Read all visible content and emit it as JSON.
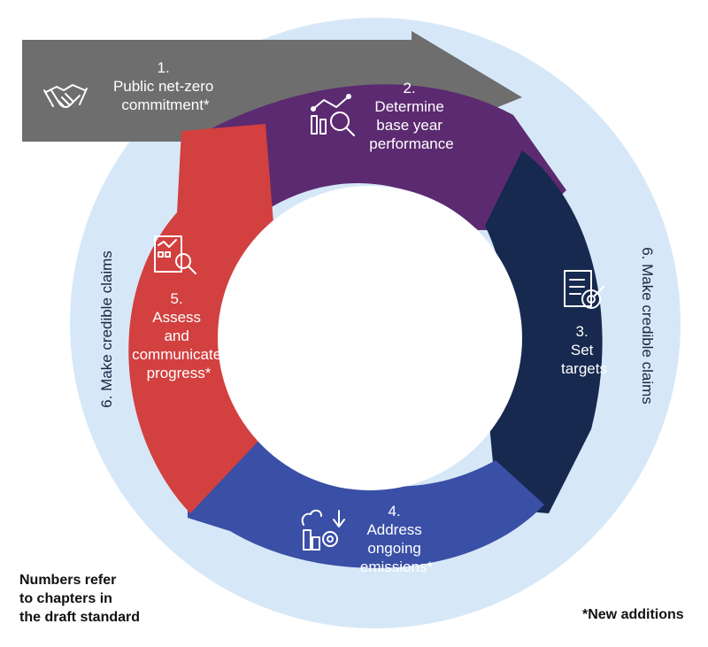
{
  "colors": {
    "outer_ring": "#d6e8f7",
    "step1": "#6e6e6e",
    "step2": "#5c2a70",
    "step3": "#17294f",
    "step4": "#3a4fa6",
    "step5": "#d2403f"
  },
  "steps": [
    {
      "number": "1.",
      "lines": [
        "Public net-zero",
        "commitment*"
      ],
      "icon": "handshake-icon"
    },
    {
      "number": "2.",
      "lines": [
        "Determine",
        "base year",
        "performance"
      ],
      "icon": "magnifier-chart-icon"
    },
    {
      "number": "3.",
      "lines": [
        "Set",
        "targets"
      ],
      "icon": "checklist-target-icon"
    },
    {
      "number": "4.",
      "lines": [
        "Address",
        "ongoing",
        "emissions*"
      ],
      "icon": "factory-gear-icon"
    },
    {
      "number": "5.",
      "lines": [
        "Assess",
        "and",
        "communicate",
        "progress*"
      ],
      "icon": "report-search-icon"
    }
  ],
  "claims_label": "6. Make credible claims",
  "footnote_left": [
    "Numbers refer",
    "to chapters in",
    "the draft standard"
  ],
  "footnote_right": "*New additions"
}
